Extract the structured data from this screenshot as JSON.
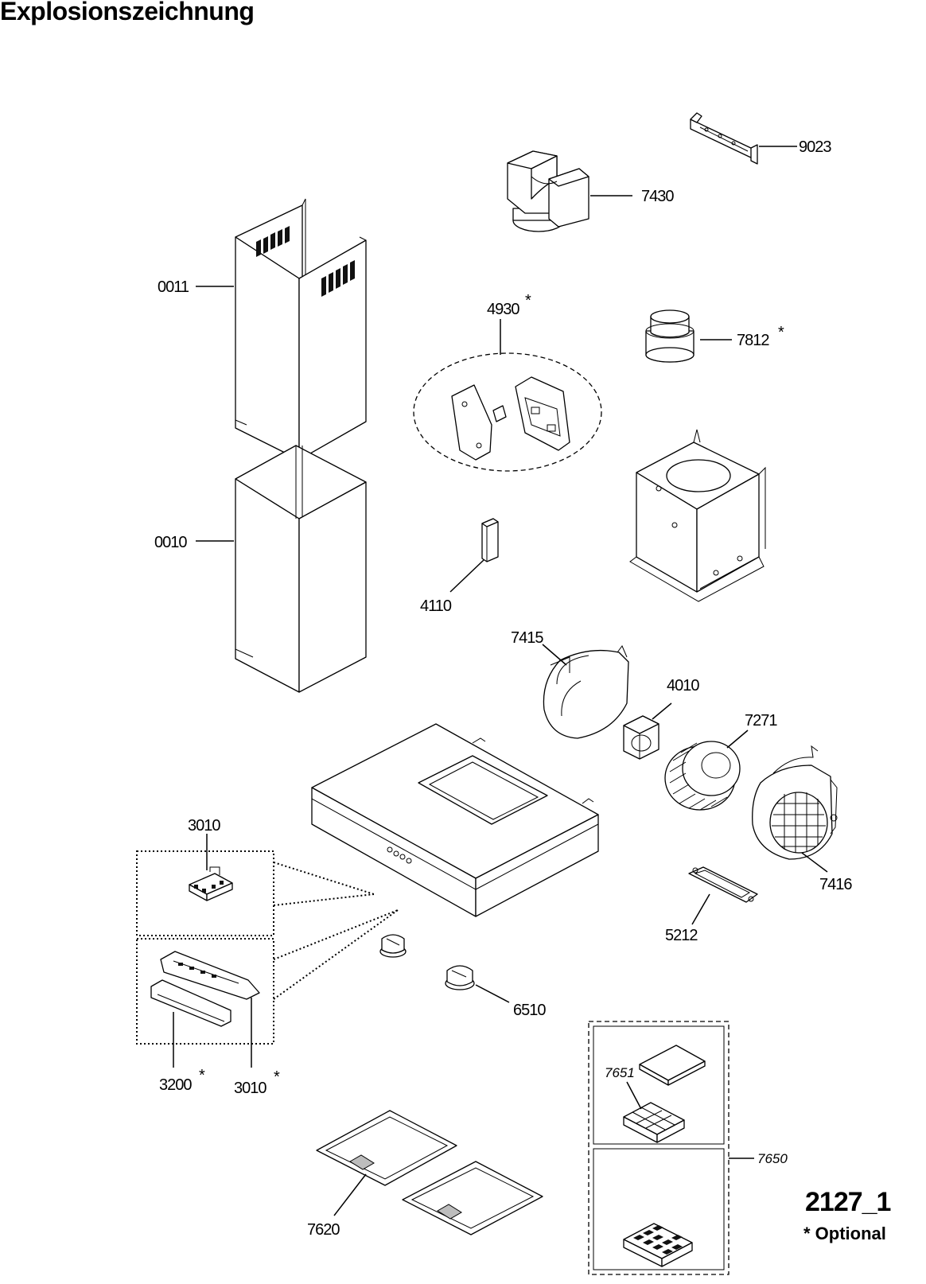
{
  "title": "Explosionszeichnung",
  "drawing_id": "2127_1",
  "optional_note": "* Optional",
  "asterisk": "*",
  "labels": {
    "p9023": "9023",
    "p7430": "7430",
    "p0011": "0011",
    "p4930": "4930",
    "p7812": "7812",
    "p0010": "0010",
    "p4110": "4110",
    "p7415": "7415",
    "p4010": "4010",
    "p7271": "7271",
    "p3010_top": "3010",
    "p7416": "7416",
    "p5212": "5212",
    "p6510": "6510",
    "p3200": "3200",
    "p3010_bottom": "3010",
    "p7651": "7651",
    "p7650": "7650",
    "p7620": "7620"
  }
}
